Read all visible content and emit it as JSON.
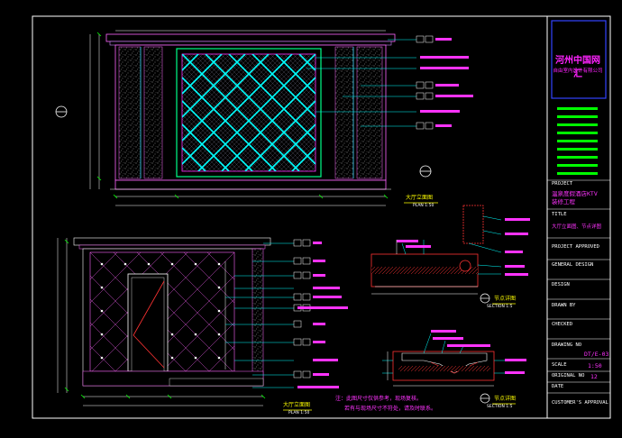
{
  "titleblock": {
    "company_line1": "河州中国网汇",
    "company_line2": "自由室内设计有限公司",
    "project_label": "PROJECT",
    "project_value": "温泉度假酒店KTV",
    "project_value2": "装修工程",
    "title_label": "TITLE",
    "title_value": "大厅立面图、节点详图",
    "approved_label": "PROJECT APPROVED",
    "design_label": "GENERAL DESIGN",
    "design_value": "DESIGN",
    "drawn_label": "DRAWN BY",
    "checked_label": "CHECKED",
    "drawing_no_label": "DRAWING NO",
    "drawing_no_value": "DT/E-03",
    "scale_label": "SCALE",
    "scale_value": "1:50",
    "original_label": "ORIGINAL NO",
    "original_value": "12",
    "date_label": "DATE",
    "customer_label": "CUSTOMER'S APPROVAL"
  },
  "views": {
    "top_title": "大厅立面图",
    "top_scale": "PLAN 1:50",
    "bottom_title": "大厅立面图",
    "bottom_scale": "PLAN 1:50",
    "detail1_title": "节点详图",
    "detail1_scale": "SECTION 1:5",
    "detail2_title": "节点详图",
    "detail2_scale": "SECTION 1:5"
  },
  "notes": {
    "line1": "注：此图尺寸仅供参考，现场复核。",
    "line2": "若有与现场尺寸不符处，请及时联系。"
  }
}
